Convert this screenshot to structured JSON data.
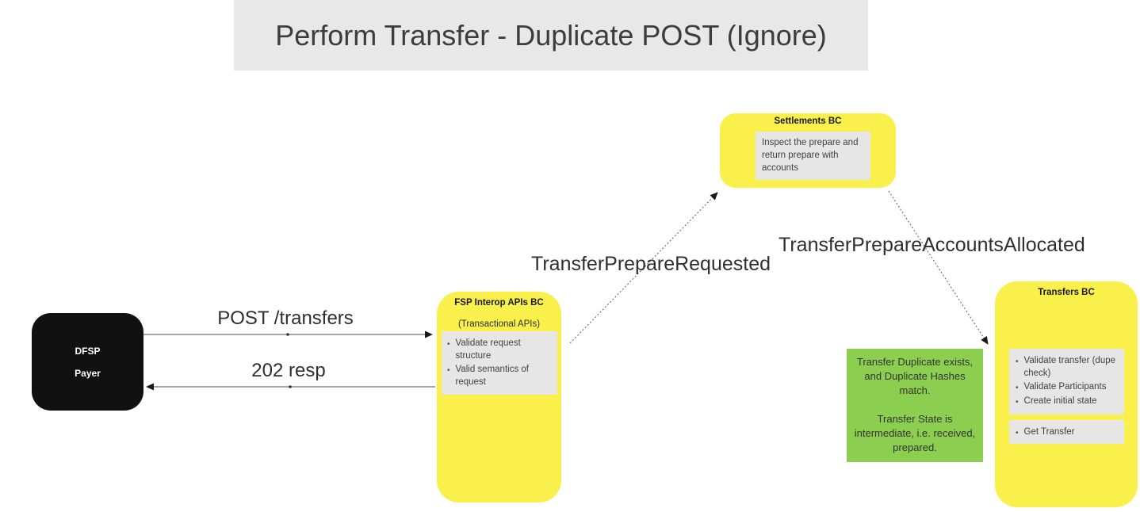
{
  "header": {
    "title": "Perform Transfer - Duplicate POST (Ignore)"
  },
  "colors": {
    "header_bg": "#e8e8e8",
    "node_yellow": "#faf04b",
    "note_gray": "#e6e6e6",
    "note_green": "#8cce50",
    "node_black": "#111111",
    "text_dark": "#3c3c3c"
  },
  "nodes": {
    "dfsp": {
      "line1": "DFSP",
      "line2": "Payer"
    },
    "fsp_interop": {
      "title": "FSP Interop APIs BC",
      "subtitle": "(Transactional APIs)",
      "bullets": [
        "Validate request structure",
        "Valid semantics of request"
      ]
    },
    "settlements": {
      "title": "Settlements BC",
      "note": "Inspect the prepare and return prepare with accounts"
    },
    "transfers": {
      "title": "Transfers BC",
      "task_group_1": [
        "Validate transfer (dupe check)",
        "Validate Participants",
        "Create initial state"
      ],
      "task_group_2": [
        "Get Transfer"
      ]
    },
    "duplicate_note": {
      "para1": "Transfer Duplicate exists, and Duplicate Hashes match.",
      "para2": "Transfer State is intermediate, i.e. received, prepared."
    }
  },
  "edges": {
    "post_transfers": {
      "label": "POST /transfers"
    },
    "resp_202": {
      "label": "202 resp"
    },
    "prepare_requested": {
      "label": "TransferPrepareRequested"
    },
    "accounts_allocated": {
      "label": "TransferPrepareAccountsAllocated"
    }
  }
}
